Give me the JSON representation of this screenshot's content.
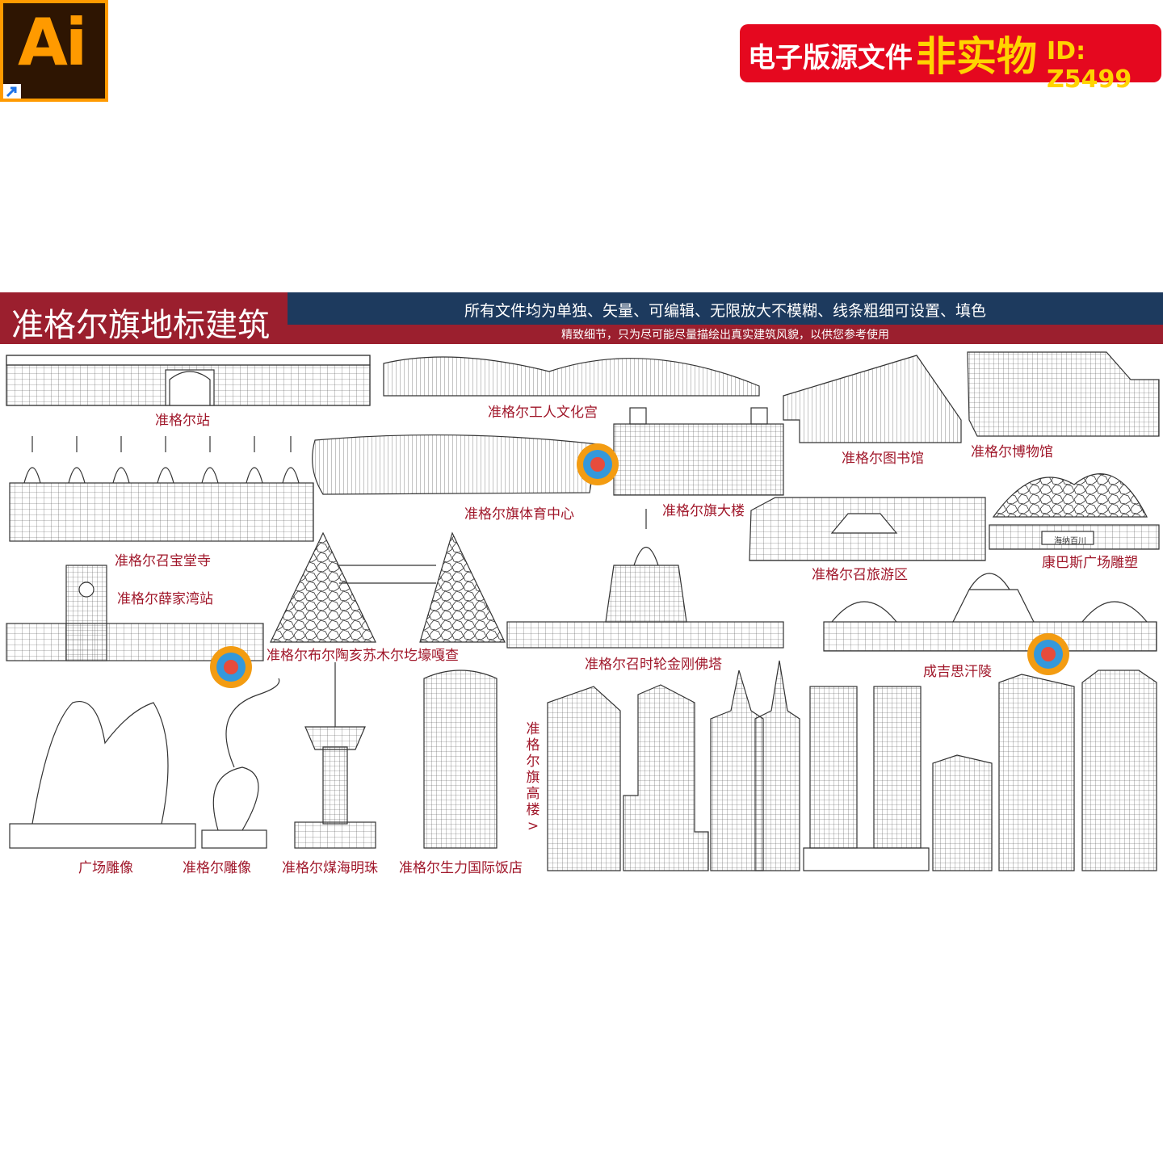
{
  "badge": {
    "text": "Ai"
  },
  "tag": {
    "part1": "电子版源文件",
    "part2": "非实物",
    "part3": "ID: Z5499"
  },
  "header": {
    "title": "准格尔旗地标建筑",
    "line1": "所有文件均为单独、矢量、可编辑、无限放大不模糊、线条粗细可设置、填色",
    "line2": "精致细节，只为尽可能尽量描绘出真实建筑风貌，以供您参考使用"
  },
  "labels": {
    "station": "准格尔站",
    "workers_palace": "准格尔工人文化宫",
    "library": "准格尔图书馆",
    "museum": "准格尔博物馆",
    "sports_center": "准格尔旗体育中心",
    "banner_building": "准格尔旗大楼",
    "zhaobao_temple": "准格尔召宝堂寺",
    "tourist_area": "准格尔召旅游区",
    "kangbashi_sculpture": "康巴斯广场雕塑",
    "xuejiawan_station": "准格尔薛家湾站",
    "aobao": "准格尔布尔陶亥苏木尔圪壕嘎查",
    "kalachakra_stupa": "准格尔召时轮金刚佛塔",
    "genghis_mausoleum": "成吉思汗陵",
    "high_rises": "准格尔旗高楼>",
    "square_sculpture": "广场雕像",
    "zhungeer_sculpture": "准格尔雕像",
    "coal_pearl": "准格尔煤海明珠",
    "shengli_hotel": "准格尔生力国际饭店"
  },
  "inline_signs": {
    "kangbashi_plaque": "海纳百川"
  },
  "colors": {
    "accent_red": "#9b1f2e",
    "accent_blue": "#1d3a5e",
    "label_red": "#a0172a",
    "tag_red": "#e5081f",
    "tag_yellow": "#ffd400",
    "ai_orange": "#ff9a00"
  }
}
